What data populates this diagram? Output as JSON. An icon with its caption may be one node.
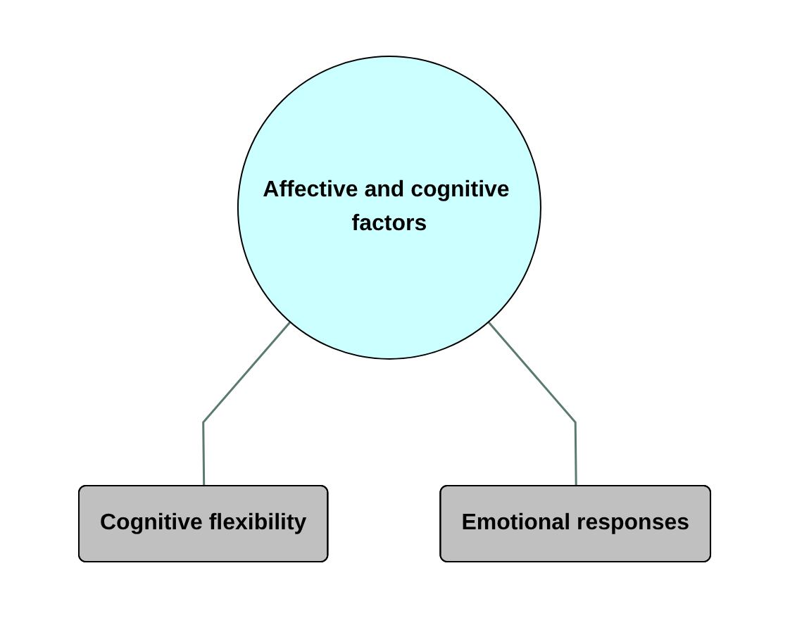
{
  "diagram": {
    "nodes": [
      {
        "text": [
          "Affective and cognitive factors"
        ]
      },
      {
        "text": [
          "Cognitive flexibility"
        ]
      },
      {
        "text": [
          "Emotional responses"
        ]
      }
    ],
    "edges": [
      {
        "from": 0,
        "to": 1,
        "arrow": "none"
      },
      {
        "from": 0,
        "to": 2,
        "arrow": "none"
      }
    ]
  }
}
